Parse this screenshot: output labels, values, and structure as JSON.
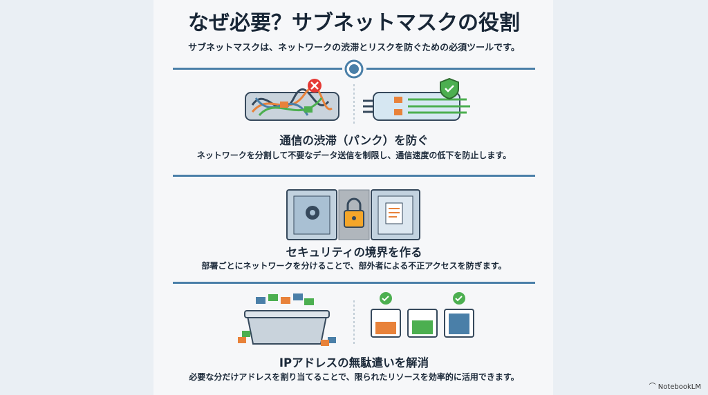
{
  "header": {
    "title": "なぜ必要？サブネットマスクの役割",
    "subtitle": "サブネットマスクは、ネットワークの渋滞とリスクを防ぐための必須ツールです。"
  },
  "sections": [
    {
      "heading": "通信の渋滞（パンク）を防ぐ",
      "description": "ネットワークを分割して不要なデータ送信を制限し、通信速度の低下を防止します。",
      "icons": [
        "tangled-cable-icon",
        "error-x-icon",
        "organized-pipe-icon",
        "shield-check-icon"
      ]
    },
    {
      "heading": "セキュリティの境界を作る",
      "description": "部署ごとにネットワークを分けることで、部外者による不正アクセスを防ぎます。",
      "icons": [
        "gear-door-icon",
        "padlock-wall-icon",
        "document-door-icon"
      ]
    },
    {
      "heading": "IPアドレスの無駄遣いを解消",
      "description": "必要な分だけアドレスを割り当てることで、限られたリソースを効率的に活用できます。",
      "icons": [
        "overflowing-bin-icon",
        "checked-container-icon"
      ]
    }
  ],
  "watermark": "NotebookLM",
  "colors": {
    "accent": "#4a7fa8",
    "orange": "#e8823a",
    "green": "#4caf50",
    "red": "#e53935"
  }
}
